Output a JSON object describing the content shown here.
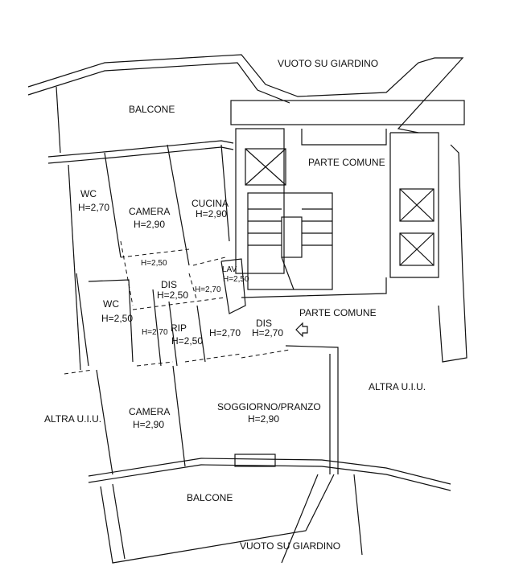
{
  "labels": {
    "vuoto_top": "VUOTO SU GIARDINO",
    "balcone_top": "BALCONE",
    "parte_comune_1": "PARTE COMUNE",
    "parte_comune_2": "PARTE COMUNE",
    "wc1": "WC",
    "wc1_h": "H=2,70",
    "camera1": "CAMERA",
    "camera1_h": "H=2,90",
    "cucina": "CUCINA",
    "cucina_h": "H=2,90",
    "corr_h": "H=2,50",
    "lav": "LAV",
    "lav_h": "H=2,50",
    "dis1": "DIS",
    "dis1_h": "H=2,50",
    "dis_h2": "H=2,70",
    "wc2": "WC",
    "wc2_h": "H=2,50",
    "h270_a": "H=2,70",
    "rip": "RIP",
    "rip_h": "H=2,50",
    "h270_b": "H=2,70",
    "dis2": "DIS",
    "dis2_h": "H=2,70",
    "altra_right": "ALTRA U.I.U.",
    "altra_left": "ALTRA U.I.U.",
    "camera2": "CAMERA",
    "camera2_h": "H=2,90",
    "soggiorno": "SOGGIORNO/PRANZO",
    "soggiorno_h": "H=2,90",
    "balcone_bottom": "BALCONE",
    "vuoto_bottom": "VUOTO SU GIARDINO"
  }
}
